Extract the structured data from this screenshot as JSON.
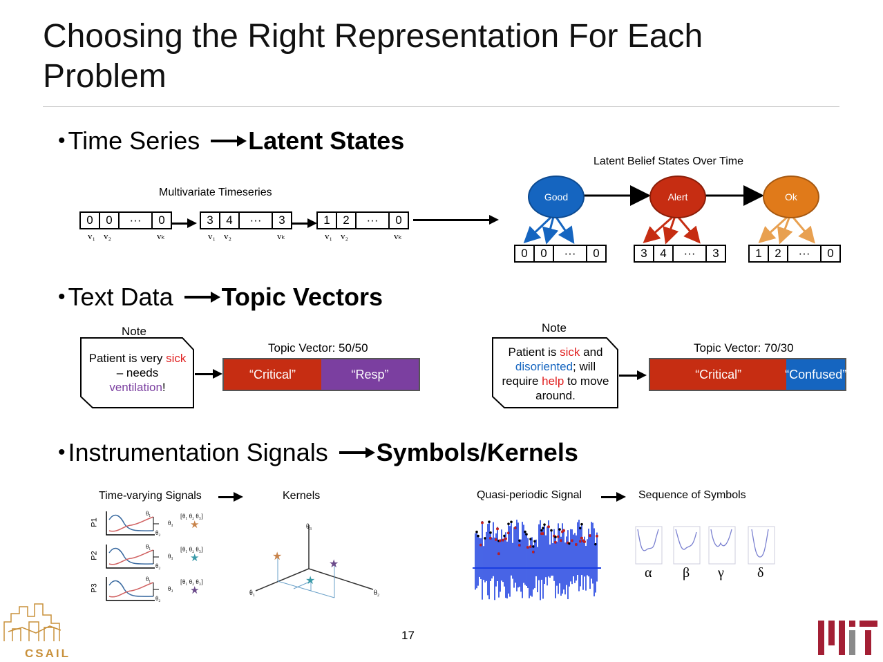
{
  "slide": {
    "title": "Choosing the Right Representation For Each Problem",
    "page_number": "17"
  },
  "colors": {
    "good": "#1565c0",
    "alert": "#c62d12",
    "ok": "#e07a1a",
    "critical": "#c62d12",
    "resp": "#7b3fa0",
    "confused": "#1565c0",
    "sick_text": "#e02020",
    "ventilation_text": "#7b3fa0",
    "disoriented_text": "#1565c0",
    "mit_red": "#a31f34"
  },
  "sections": [
    {
      "bullet": "Time Series",
      "target": "Latent States"
    },
    {
      "bullet": "Text Data",
      "target": "Topic Vectors"
    },
    {
      "bullet": "Instrumentation Signals",
      "target": "Symbols/Kernels"
    }
  ],
  "time_series": {
    "multivariate_label": "Multivariate Timeseries",
    "vectors": [
      {
        "cells": [
          "0",
          "0",
          "···",
          "0"
        ]
      },
      {
        "cells": [
          "3",
          "4",
          "···",
          "3"
        ]
      },
      {
        "cells": [
          "1",
          "2",
          "···",
          "0"
        ]
      }
    ],
    "variable_labels": [
      "v₁",
      "v₂",
      "vₖ"
    ],
    "latent_label": "Latent Belief States Over Time",
    "states": [
      {
        "name": "Good",
        "cells": [
          "0",
          "0",
          "···",
          "0"
        ]
      },
      {
        "name": "Alert",
        "cells": [
          "3",
          "4",
          "···",
          "3"
        ]
      },
      {
        "name": "Ok",
        "cells": [
          "1",
          "2",
          "···",
          "0"
        ]
      }
    ]
  },
  "text_data": {
    "notes": [
      {
        "label": "Note",
        "parts": [
          {
            "text": "Patient is very ",
            "color": "#000000"
          },
          {
            "text": "sick",
            "color": "#e02020"
          },
          {
            "text": " – needs ",
            "color": "#000000"
          },
          {
            "text": "ventilation",
            "color": "#7b3fa0"
          },
          {
            "text": "!",
            "color": "#000000"
          }
        ],
        "topic_label": "Topic Vector: 50/50",
        "topics": [
          {
            "label": "“Critical”",
            "share": 50,
            "color": "#c62d12"
          },
          {
            "label": "“Resp”",
            "share": 50,
            "color": "#7b3fa0"
          }
        ]
      },
      {
        "label": "Note",
        "parts": [
          {
            "text": "Patient is ",
            "color": "#000000"
          },
          {
            "text": "sick",
            "color": "#e02020"
          },
          {
            "text": " and ",
            "color": "#000000"
          },
          {
            "text": "disoriented",
            "color": "#1565c0"
          },
          {
            "text": "; will require ",
            "color": "#000000"
          },
          {
            "text": "help",
            "color": "#e02020"
          },
          {
            "text": " to move around.",
            "color": "#000000"
          }
        ],
        "topic_label": "Topic Vector: 70/30",
        "topics": [
          {
            "label": "“Critical”",
            "share": 70,
            "color": "#c62d12"
          },
          {
            "label": "“Confused”",
            "share": 30,
            "color": "#1565c0"
          }
        ]
      }
    ]
  },
  "instrumentation": {
    "time_varying_label": "Time-varying Signals",
    "kernels_label": "Kernels",
    "patients": [
      "P1",
      "P2",
      "P3"
    ],
    "theta_labels": [
      "θ₁",
      "θ₂",
      "θ₃"
    ],
    "theta_vector": "[θ₁ θ₂ θ₃]",
    "star_colors": [
      "#c8834a",
      "#3a9aa8",
      "#6a4a8a"
    ],
    "quasi_label": "Quasi-periodic Signal",
    "sequence_label": "Sequence of Symbols",
    "symbols": [
      "α",
      "β",
      "γ",
      "δ"
    ]
  },
  "logos": {
    "csail": "CSAIL"
  }
}
